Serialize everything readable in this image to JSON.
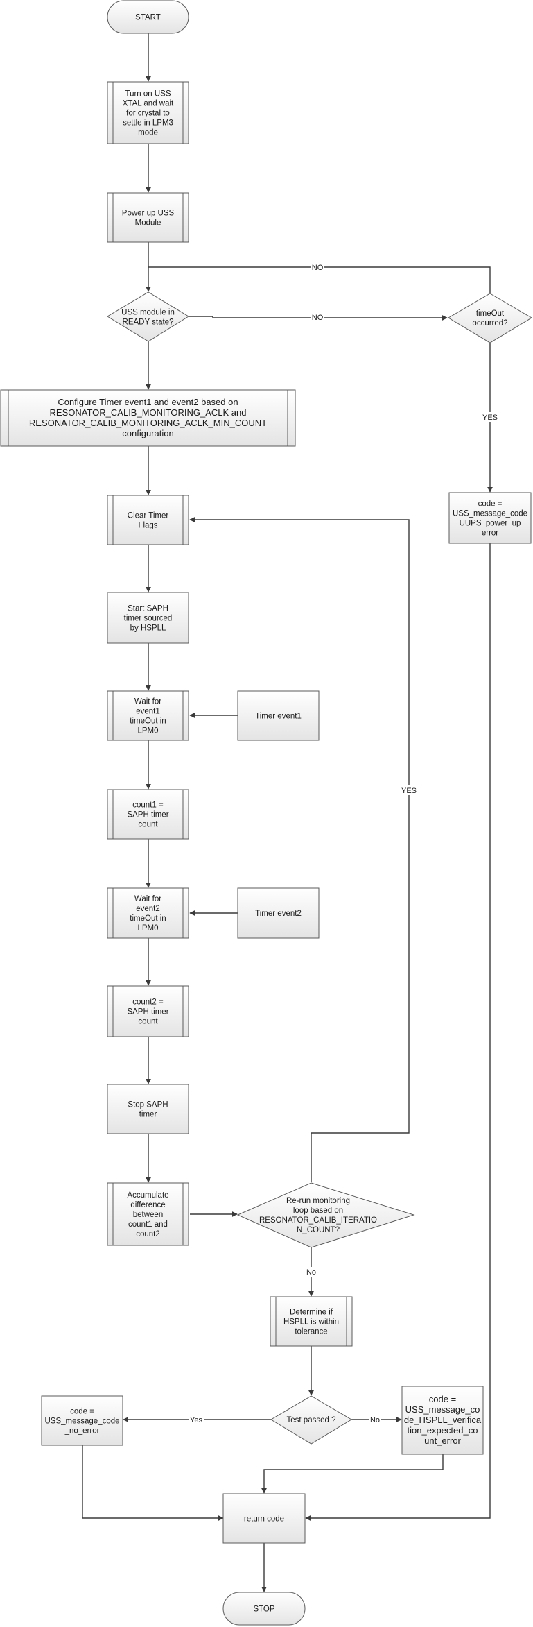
{
  "nodes": {
    "start": {
      "lines": [
        "START"
      ]
    },
    "xtal": {
      "lines": [
        "Turn on USS",
        "XTAL and wait",
        "for crystal to",
        "settle in LPM3",
        "mode"
      ]
    },
    "power": {
      "lines": [
        "Power up USS",
        "Module"
      ]
    },
    "ready": {
      "lines": [
        "USS module in",
        "READY state?"
      ]
    },
    "timeout": {
      "lines": [
        "timeOut",
        "occurred?"
      ]
    },
    "configure": {
      "lines": [
        "Configure Timer event1 and event2 based on",
        "RESONATOR_CALIB_MONITORING_ACLK and",
        "RESONATOR_CALIB_MONITORING_ACLK_MIN_COUNT",
        "configuration"
      ]
    },
    "power_error": {
      "lines": [
        "code =",
        "USS_message_code",
        "_UUPS_power_up_",
        "error"
      ]
    },
    "clear": {
      "lines": [
        "Clear Timer",
        "Flags"
      ]
    },
    "start_saph": {
      "lines": [
        "Start SAPH",
        "timer sourced",
        "by HSPLL"
      ]
    },
    "wait1": {
      "lines": [
        "Wait for",
        "event1",
        "timeOut in",
        "LPM0"
      ]
    },
    "event1": {
      "lines": [
        "Timer event1"
      ]
    },
    "count1": {
      "lines": [
        "count1 =",
        "SAPH timer",
        "count"
      ]
    },
    "wait2": {
      "lines": [
        "Wait for",
        "event2",
        "timeOut in",
        "LPM0"
      ]
    },
    "event2": {
      "lines": [
        "Timer event2"
      ]
    },
    "count2": {
      "lines": [
        "count2 =",
        "SAPH timer",
        "count"
      ]
    },
    "stop_saph": {
      "lines": [
        "Stop SAPH",
        "timer"
      ]
    },
    "accumulate": {
      "lines": [
        "Accumulate",
        "difference",
        "between",
        "count1 and",
        "count2"
      ]
    },
    "rerun": {
      "lines": [
        "Re-run monitoring",
        "loop based on",
        "RESONATOR_CALIB_ITERATIO",
        "N_COUNT?"
      ]
    },
    "determine": {
      "lines": [
        "Determine if",
        "HSPLL is within",
        "tolerance"
      ]
    },
    "test": {
      "lines": [
        "Test passed ?"
      ]
    },
    "no_error": {
      "lines": [
        "code =",
        "USS_message_code",
        "_no_error"
      ]
    },
    "verif_error": {
      "lines": [
        "code =",
        "USS_message_co",
        "de_HSPLL_verifica",
        "tion_expected_co",
        "unt_error"
      ]
    },
    "return": {
      "lines": [
        "return code"
      ]
    },
    "stop": {
      "lines": [
        "STOP"
      ]
    }
  },
  "edge_labels": {
    "ready_no": "NO",
    "timeout_no": "NO",
    "timeout_yes": "YES",
    "rerun_yes": "YES",
    "rerun_no": "No",
    "test_yes": "Yes",
    "test_no": "No"
  }
}
